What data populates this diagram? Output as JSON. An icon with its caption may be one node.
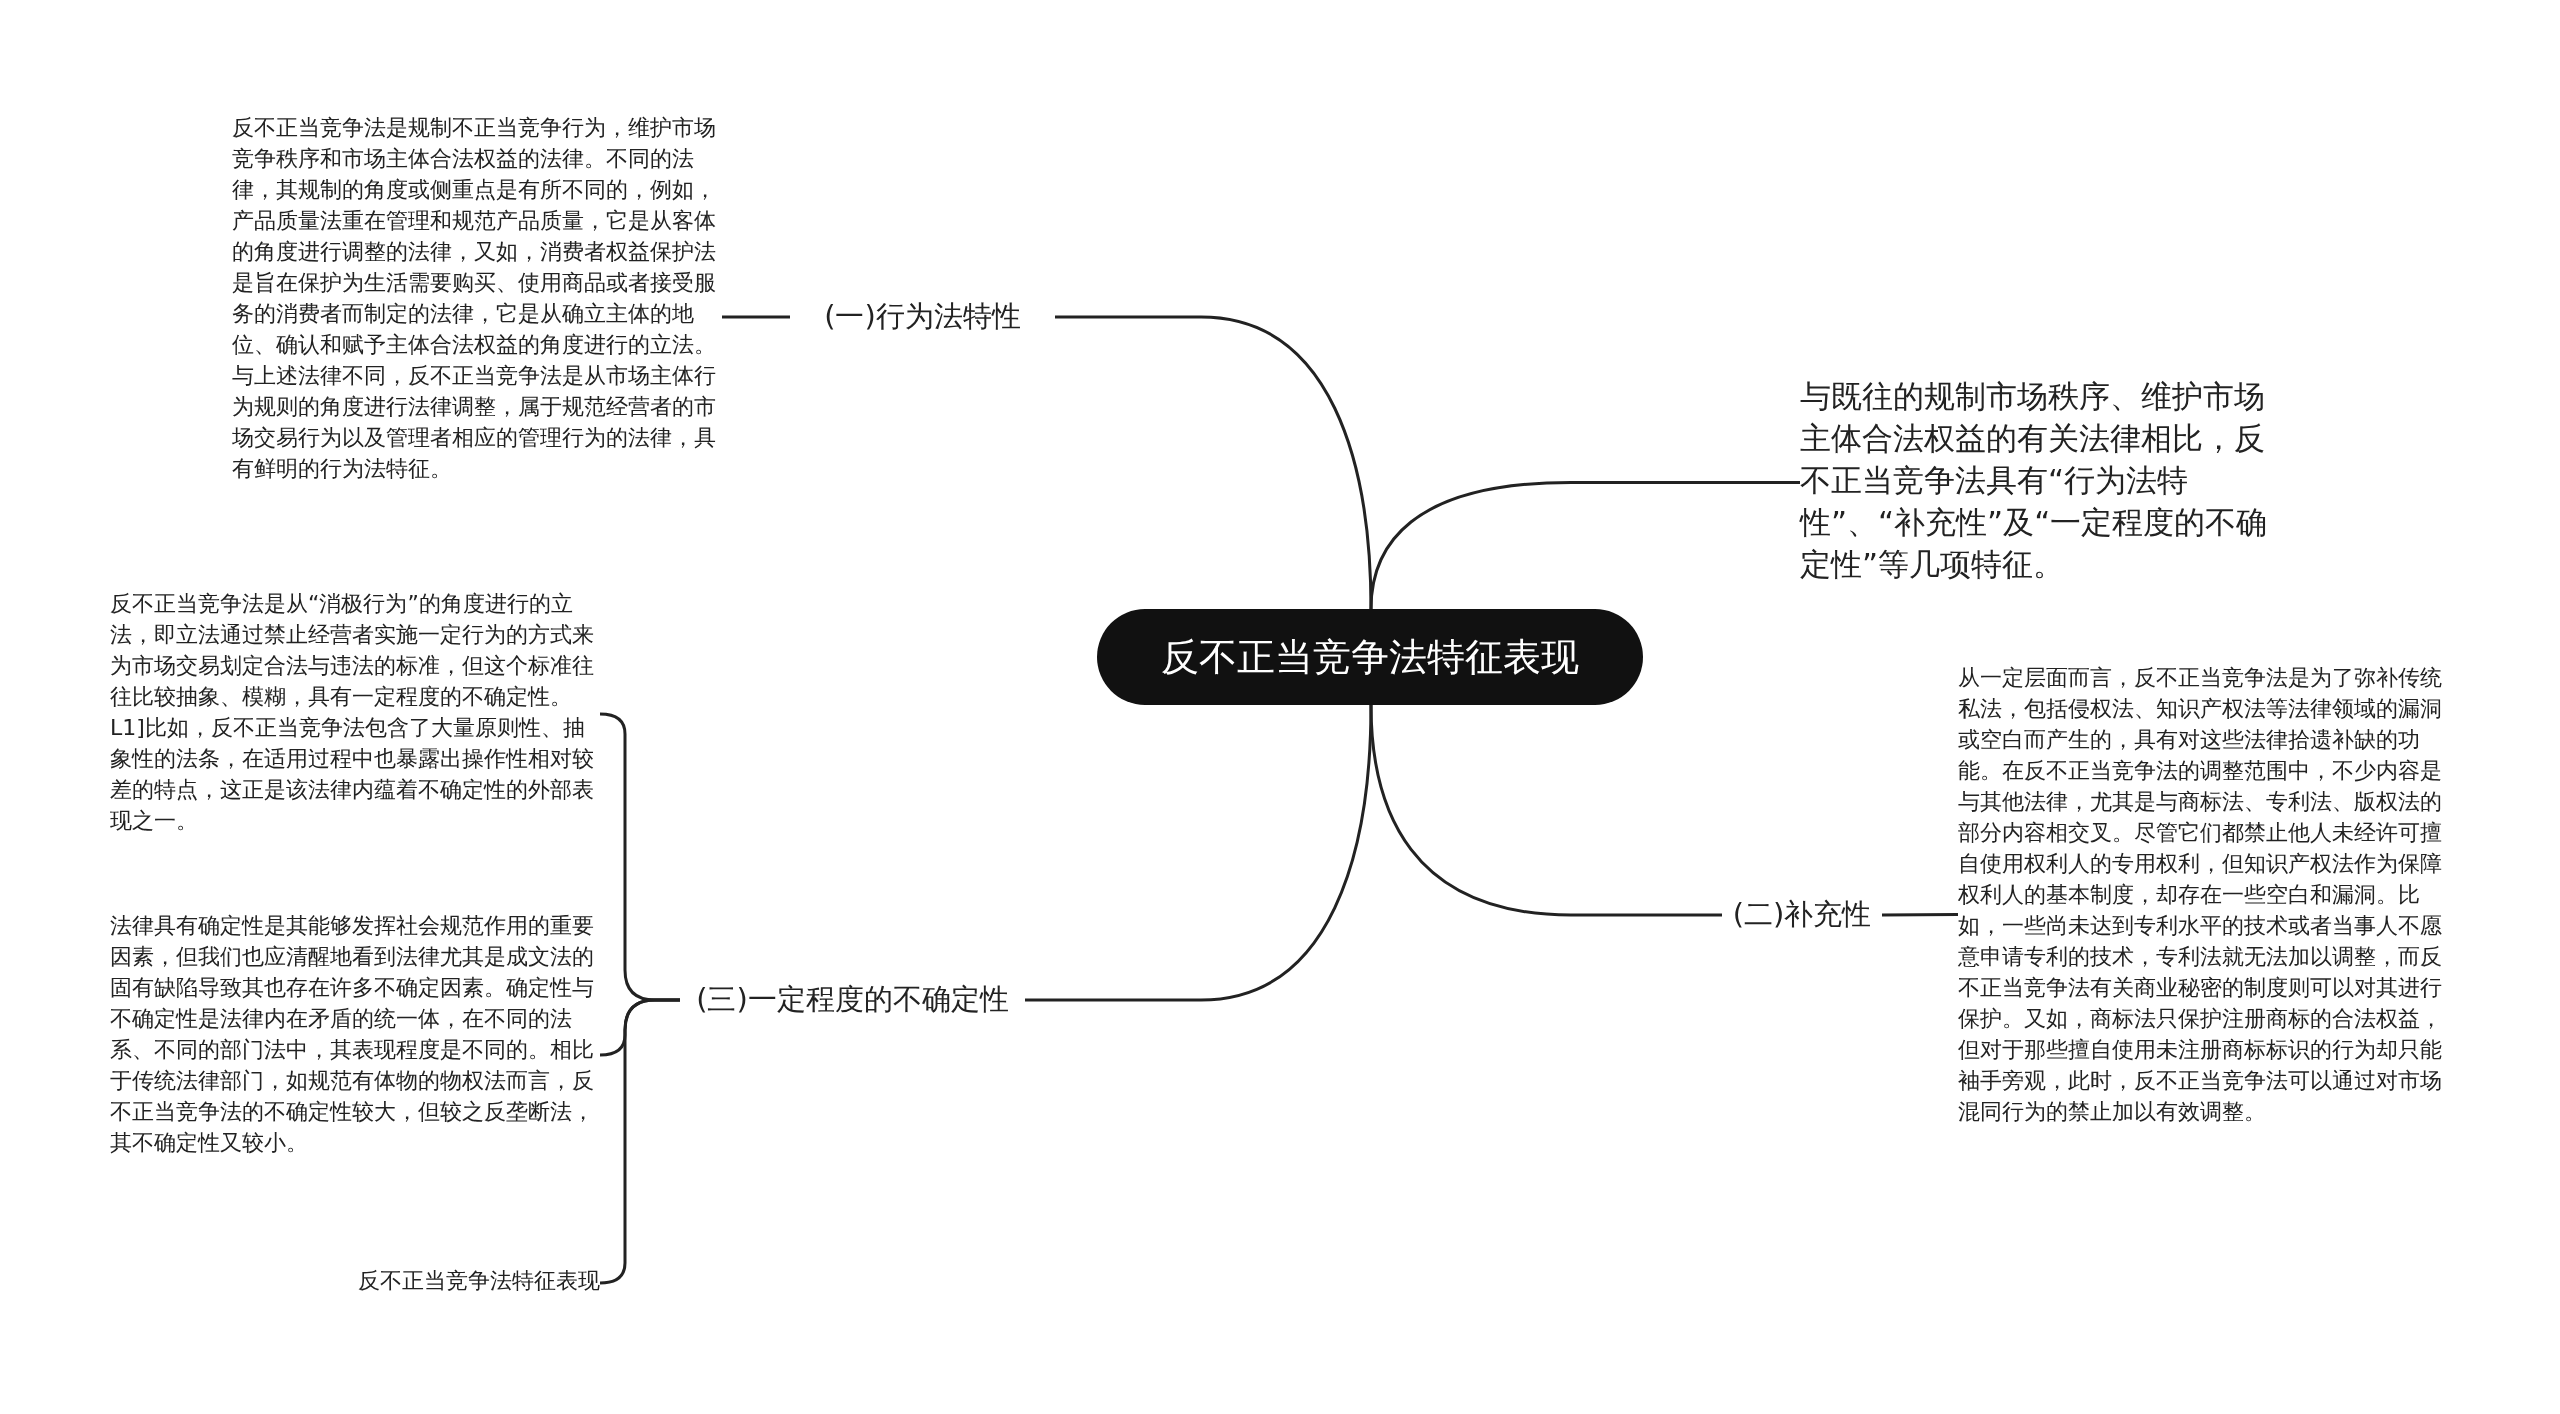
{
  "diagram": {
    "nodes": [
      {
        "text": [
          "反不正当竞争法特征表现"
        ]
      },
      {
        "text": [
          "(一)行为法特性"
        ]
      },
      {
        "text": [
          "反不正当竞争法是规制不正当竞争行为，维护市场竞争秩序和市场主体合法权益的法律。不同的法律，其规制的角度或侧重点是有所不同的，例如，产品质量法重在管理和规范产品质量，它是从客体的角度进行调整的法律，又如，消费者权益保护法是旨在保护为生活需要购买、使用商品或者接受服务的消费者而制定的法律，它是从确立主体的地位、确认和赋予主体合法权益的角度进行的立法。与上述法律不同，反不正当竞争法是从市场主体行为规则的角度进行法律调整，属于规范经营者的市场交易行为以及管理者相应的管理行为的法律，具有鲜明的行为法特征。"
        ]
      },
      {
        "text": [
          "与既往的规制市场秩序、维护市场主体合法权益的有关法律相比，反不正当竞争法具有“行为法特性”、“补充性”及“一定程度的不确定性”等几项特征。"
        ]
      },
      {
        "text": [
          "(二)补充性"
        ]
      },
      {
        "text": [
          "从一定层面而言，反不正当竞争法是为了弥补传统私法，包括侵权法、知识产权法等法律领域的漏洞或空白而产生的，具有对这些法律拾遗补缺的功能。在反不正当竞争法的调整范围中，不少内容是与其他法律，尤其是与商标法、专利法、版权法的部分内容相交叉。尽管它们都禁止他人未经许可擅自使用权利人的专用权利，但知识产权法作为保障权利人的基本制度，却存在一些空白和漏洞。比如，一些尚未达到专利水平的技术或者当事人不愿意申请专利的技术，专利法就无法加以调整，而反不正当竞争法有关商业秘密的制度则可以对其进行保护。又如，商标法只保护注册商标的合法权益，但对于那些擅自使用未注册商标标识的行为却只能袖手旁观，此时，反不正当竞争法可以通过对市场混同行为的禁止加以有效调整。"
        ]
      },
      {
        "text": [
          "(三)一定程度的不确定性"
        ]
      },
      {
        "text": [
          "反不正当竞争法是从“消极行为”的角度进行的立法，即立法通过禁止经营者实施一定行为的方式来为市场交易划定合法与违法的标准，但这个标准往往比较抽象、模糊，具有一定程度的不确定性。L1]比如，反不正当竞争法包含了大量原则性、抽象性的法条，在适用过程中也暴露出操作性相对较差的特点，这正是该法律内蕴着不确定性的外部表现之一。"
        ]
      },
      {
        "text": [
          "法律具有确定性是其能够发挥社会规范作用的重要因素，但我们也应清醒地看到法律尤其是成文法的固有缺陷导致其也存在许多不确定因素。确定性与不确定性是法律内在矛盾的统一体，在不同的法系、不同的部门法中，其表现程度是不同的。相比于传统法律部门，如规范有体物的物权法而言，反不正当竞争法的不确定性较大，但较之反垄断法，其不确定性又较小。"
        ]
      },
      {
        "text": [
          "反不正当竞争法特征表现"
        ]
      }
    ],
    "edges": [
      {
        "from": 0,
        "to": 1,
        "arrow": "none"
      },
      {
        "from": 1,
        "to": 2,
        "arrow": "none"
      },
      {
        "from": 0,
        "to": 3,
        "arrow": "none"
      },
      {
        "from": 0,
        "to": 4,
        "arrow": "none"
      },
      {
        "from": 4,
        "to": 5,
        "arrow": "none"
      },
      {
        "from": 0,
        "to": 6,
        "arrow": "none"
      },
      {
        "from": 6,
        "to": 7,
        "arrow": "none"
      },
      {
        "from": 6,
        "to": 8,
        "arrow": "none"
      },
      {
        "from": 6,
        "to": 9,
        "arrow": "none"
      }
    ]
  }
}
